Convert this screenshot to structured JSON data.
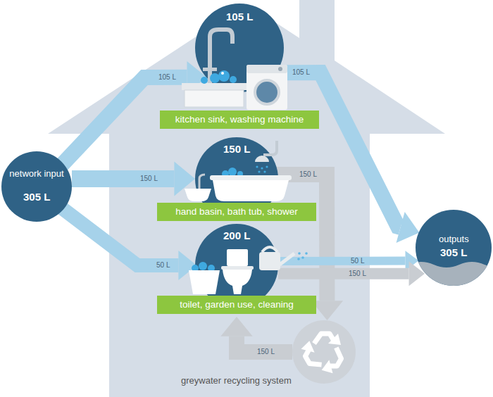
{
  "diagram": {
    "nodes": [
      {
        "text": [
          "network input",
          "305 L"
        ]
      },
      {
        "text": [
          "105 L",
          "kitchen sink, washing machine"
        ]
      },
      {
        "text": [
          "150 L",
          "hand basin, bath tub, shower"
        ]
      },
      {
        "text": [
          "200 L",
          "toilet, garden use, cleaning"
        ]
      },
      {
        "text": [
          "outputs",
          "305 L"
        ]
      },
      {
        "text": [
          "greywater recycling system"
        ]
      }
    ],
    "edges": [
      {
        "from": 0,
        "to": 1,
        "label": "105 L",
        "arrow": "to"
      },
      {
        "from": 0,
        "to": 2,
        "label": "150 L",
        "arrow": "to"
      },
      {
        "from": 0,
        "to": 3,
        "label": "50 L",
        "arrow": "to"
      },
      {
        "from": 1,
        "to": 4,
        "label": "105 L",
        "arrow": "to"
      },
      {
        "from": 2,
        "to": 5,
        "label": "150 L",
        "arrow": "to"
      },
      {
        "from": 5,
        "to": 3,
        "label": "150 L",
        "arrow": "to"
      },
      {
        "from": 3,
        "to": 4,
        "label": "50 L",
        "arrow": "to"
      },
      {
        "from": 3,
        "to": 4,
        "label": "150 L",
        "arrow": "to"
      }
    ]
  }
}
